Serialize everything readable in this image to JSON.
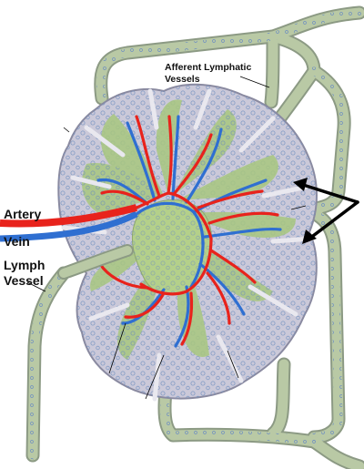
{
  "labels": {
    "afferent_line1": "Afferent Lymphatic",
    "afferent_line2": "Vessels",
    "artery": "Artery",
    "vein": "Vein",
    "lymph_line1": "Lymph",
    "lymph_line2": "Vessel"
  },
  "colors": {
    "artery": "#e8231c",
    "vein": "#2f6fd1",
    "vessel_green": "#a9bf95",
    "vessel_outline": "#8c9a84",
    "capsule": "#cbc9d9",
    "cortex_green": "#a8c77f",
    "sinus_blue": "#5aa0e0"
  },
  "icons": [
    "arrow-icon"
  ]
}
